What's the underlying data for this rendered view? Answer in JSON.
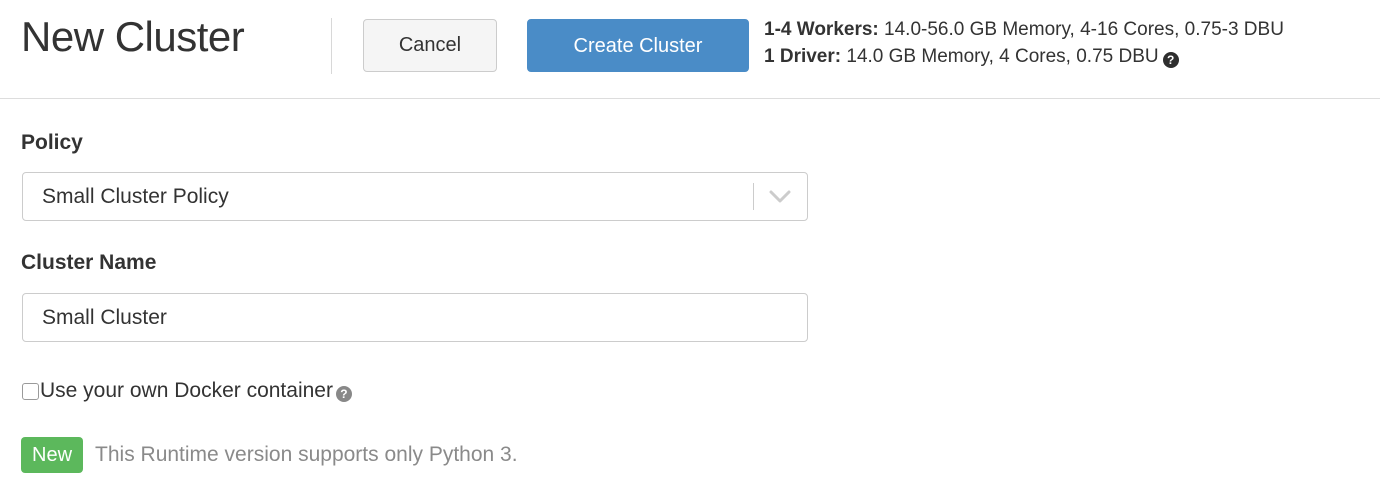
{
  "header": {
    "title": "New Cluster",
    "cancel_label": "Cancel",
    "create_label": "Create Cluster",
    "specs": {
      "workers_label": "1-4 Workers:",
      "workers_value": "14.0-56.0 GB Memory, 4-16 Cores, 0.75-3 DBU",
      "driver_label": "1 Driver:",
      "driver_value": "14.0 GB Memory, 4 Cores, 0.75 DBU",
      "help_glyph": "?"
    }
  },
  "form": {
    "policy": {
      "label": "Policy",
      "value": "Small Cluster Policy",
      "icon": "chevron-down-icon"
    },
    "cluster_name": {
      "label": "Cluster Name",
      "value": "Small Cluster",
      "placeholder": "Small Cluster"
    },
    "docker": {
      "label": "Use your own Docker container",
      "checked": false,
      "help_glyph": "?"
    },
    "runtime_note": {
      "badge": "New",
      "text": "This Runtime version supports only Python 3."
    }
  },
  "colors": {
    "primary_button": "#4a8cc7",
    "badge_green": "#5cb85c",
    "border_gray": "#cccccc",
    "rule_gray": "#dddddd",
    "muted_text": "#8a8a8a",
    "text": "#333333"
  }
}
